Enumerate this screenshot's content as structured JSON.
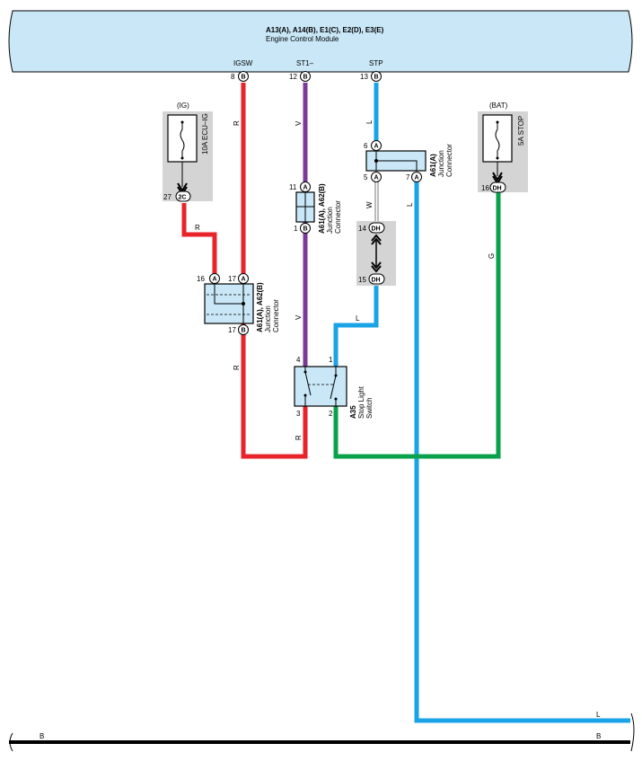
{
  "ecm": {
    "codes": "A13(A), A14(B), E1(C), E2(D), E3(E)",
    "name": "Engine Control Module",
    "pins": [
      {
        "name": "IGSW",
        "num": "8",
        "conn": "B"
      },
      {
        "name": "ST1–",
        "num": "12",
        "conn": "B"
      },
      {
        "name": "STP",
        "num": "13",
        "conn": "B"
      }
    ]
  },
  "fuse_ig": {
    "group": "(IG)",
    "name": "10A ECU–IG",
    "pin_num": "27",
    "pin_conn": "2C"
  },
  "fuse_bat": {
    "group": "(BAT)",
    "name": "5A STOP",
    "pin_num": "16",
    "pin_conn": "DH"
  },
  "jc_top": {
    "id": "A61(A)",
    "desc1": "Junction",
    "desc2": "Connector",
    "pins": [
      {
        "num": "6",
        "conn": "A"
      },
      {
        "num": "5",
        "conn": "A"
      },
      {
        "num": "7",
        "conn": "A"
      }
    ]
  },
  "jc_mid": {
    "id": "A61(A), A62(B)",
    "desc1": "Junction",
    "desc2": "Connector",
    "pins": [
      {
        "num": "11",
        "conn": "A"
      },
      {
        "num": "1",
        "conn": "B"
      }
    ]
  },
  "jc_left": {
    "id": "A61(A), A62(B)",
    "desc1": "Junction",
    "desc2": "Connector",
    "pins": [
      {
        "num": "16",
        "conn": "A"
      },
      {
        "num": "17",
        "conn": "A"
      },
      {
        "num": "17",
        "conn": "B"
      }
    ]
  },
  "inline_conn": {
    "pins": [
      {
        "num": "14",
        "conn": "DH"
      },
      {
        "num": "15",
        "conn": "DH"
      }
    ]
  },
  "stop_switch": {
    "id": "A35",
    "name1": "Stop Light",
    "name2": "Switch",
    "pins": [
      "4",
      "1",
      "3",
      "2"
    ]
  },
  "wire_colors": {
    "red": "R",
    "violet": "V",
    "blue": "L",
    "white": "W",
    "green": "G",
    "black": "B"
  },
  "colors": {
    "red": "#e8232a",
    "violet": "#7b3a98",
    "blue": "#1aa3e6",
    "green": "#0aa14b",
    "ecm_fill": "#c9e7f7",
    "gray": "#d4d4d4",
    "conn_fill": "#c9e7f7"
  }
}
